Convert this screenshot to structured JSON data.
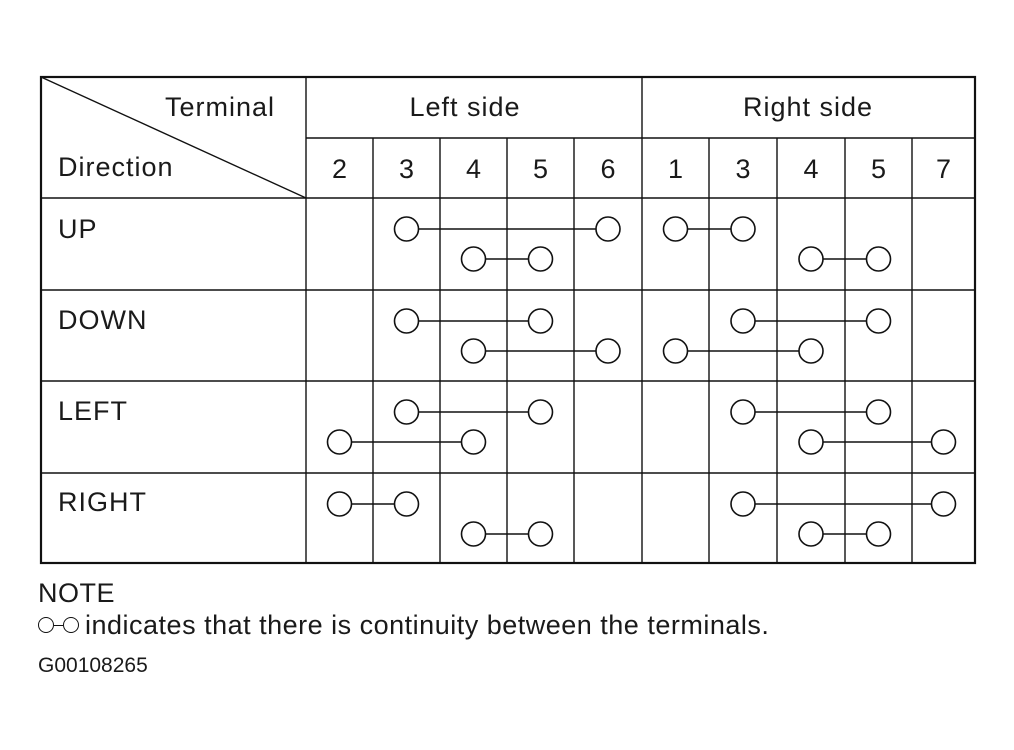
{
  "header": {
    "terminal_label": "Terminal",
    "direction_label": "Direction",
    "groups": [
      {
        "label": "Left side",
        "terminals": [
          "2",
          "3",
          "4",
          "5",
          "6"
        ]
      },
      {
        "label": "Right side",
        "terminals": [
          "1",
          "3",
          "4",
          "5",
          "7"
        ]
      }
    ]
  },
  "rows": [
    {
      "direction": "UP",
      "links": [
        {
          "group": "left",
          "from": "3",
          "to": "6",
          "line": "upper"
        },
        {
          "group": "left",
          "from": "4",
          "to": "5",
          "line": "lower"
        },
        {
          "group": "right",
          "from": "1",
          "to": "3",
          "line": "upper"
        },
        {
          "group": "right",
          "from": "4",
          "to": "5",
          "line": "lower"
        }
      ]
    },
    {
      "direction": "DOWN",
      "links": [
        {
          "group": "left",
          "from": "3",
          "to": "5",
          "line": "upper"
        },
        {
          "group": "left",
          "from": "4",
          "to": "6",
          "line": "lower"
        },
        {
          "group": "right",
          "from": "3",
          "to": "5",
          "line": "upper"
        },
        {
          "group": "right",
          "from": "1",
          "to": "4",
          "line": "lower"
        }
      ]
    },
    {
      "direction": "LEFT",
      "links": [
        {
          "group": "left",
          "from": "3",
          "to": "5",
          "line": "upper"
        },
        {
          "group": "left",
          "from": "2",
          "to": "4",
          "line": "lower"
        },
        {
          "group": "right",
          "from": "3",
          "to": "5",
          "line": "upper"
        },
        {
          "group": "right",
          "from": "4",
          "to": "7",
          "line": "lower"
        }
      ]
    },
    {
      "direction": "RIGHT",
      "links": [
        {
          "group": "left",
          "from": "2",
          "to": "3",
          "line": "upper"
        },
        {
          "group": "left",
          "from": "4",
          "to": "5",
          "line": "lower"
        },
        {
          "group": "right",
          "from": "3",
          "to": "7",
          "line": "upper"
        },
        {
          "group": "right",
          "from": "4",
          "to": "5",
          "line": "lower"
        }
      ]
    }
  ],
  "note": {
    "title": "NOTE",
    "text": "indicates that there is continuity between the terminals."
  },
  "figure_id": "G00108265"
}
